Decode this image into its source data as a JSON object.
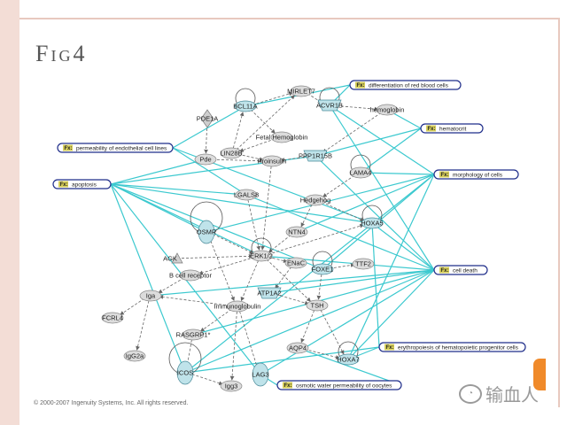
{
  "slide": {
    "title": "Fig4",
    "copyright": "© 2000-2007 Ingenuity Systems, Inc. All rights reserved.",
    "watermark": "输血人",
    "watermark_icon": "wechat-icon",
    "accent_color": "#f08a2a",
    "stripe_color": "#f3ddd6"
  },
  "colors": {
    "function_edge": "#3cc9cf",
    "molecule_edge": "#666666",
    "node_fill": "#dcdcdc",
    "node_highlight": "#bfe3ea",
    "fx_fill": "#d7cf5a",
    "fx_border": "#1f2d8a"
  },
  "functions": [
    {
      "id": "f1",
      "tag": "Fx",
      "label": "differentiation of red blood cells"
    },
    {
      "id": "f2",
      "tag": "Fx",
      "label": "hematocrit"
    },
    {
      "id": "f3",
      "tag": "Fx",
      "label": "permeability of endothelial cell lines"
    },
    {
      "id": "f4",
      "tag": "Fx",
      "label": "apoptosis"
    },
    {
      "id": "f5",
      "tag": "Fx",
      "label": "morphology of cells"
    },
    {
      "id": "f6",
      "tag": "Fx",
      "label": "cell death"
    },
    {
      "id": "f7",
      "tag": "Fx",
      "label": "erythropoiesis of hematopoietic progenitor cells"
    },
    {
      "id": "f8",
      "tag": "Fx",
      "label": "osmotic water permeability of oocytes"
    }
  ],
  "nodes": [
    {
      "id": "BCL11A",
      "label": "BCL11A",
      "shape": "ellipse",
      "highlight": true
    },
    {
      "id": "MIRLET7",
      "label": "MIRLET7",
      "shape": "ellipse",
      "highlight": false
    },
    {
      "id": "ACVR1B",
      "label": "ACVR1B",
      "shape": "trapezoid",
      "highlight": true
    },
    {
      "id": "hemoglobin",
      "label": "hemoglobin",
      "shape": "ellipse",
      "highlight": false
    },
    {
      "id": "PDE1A",
      "label": "PDE1A",
      "shape": "diamond",
      "highlight": false
    },
    {
      "id": "FetalHemoglobin",
      "label": "Fetal Hemoglobin",
      "shape": "ellipse",
      "highlight": false
    },
    {
      "id": "LIN28B",
      "label": "LIN28B",
      "shape": "ellipse",
      "highlight": false
    },
    {
      "id": "Pde",
      "label": "Pde",
      "shape": "ellipse",
      "highlight": false
    },
    {
      "id": "Proinsulin",
      "label": "Proinsulin",
      "shape": "ellipse",
      "highlight": false
    },
    {
      "id": "PPP1R15B",
      "label": "PPP1R15B",
      "shape": "trapezoid",
      "highlight": true
    },
    {
      "id": "LAMA4",
      "label": "LAMA4",
      "shape": "ellipse",
      "highlight": false
    },
    {
      "id": "LGALS8",
      "label": "LGALS8",
      "shape": "ellipse",
      "highlight": false
    },
    {
      "id": "Hedgehog",
      "label": "Hedgehog",
      "shape": "ellipse",
      "highlight": false
    },
    {
      "id": "OSMR",
      "label": "OSMR",
      "shape": "ellipse",
      "highlight": true
    },
    {
      "id": "NTN4",
      "label": "NTN4",
      "shape": "ellipse",
      "highlight": false
    },
    {
      "id": "HOXA5",
      "label": "HOXA5",
      "shape": "ellipse",
      "highlight": true
    },
    {
      "id": "AGK",
      "label": "AGK",
      "shape": "triangle",
      "highlight": false
    },
    {
      "id": "ERK12",
      "label": "ERK1/2",
      "shape": "ellipse",
      "highlight": false
    },
    {
      "id": "ENaC",
      "label": "ENaC",
      "shape": "ellipse",
      "highlight": false
    },
    {
      "id": "FOXE1",
      "label": "FOXE1",
      "shape": "ellipse",
      "highlight": true
    },
    {
      "id": "TTF2",
      "label": "TTF2",
      "shape": "ellipse",
      "highlight": false
    },
    {
      "id": "Bcellreceptor",
      "label": "B cell receptor",
      "shape": "ellipse",
      "highlight": false
    },
    {
      "id": "ATP1A2",
      "label": "ATP1A2",
      "shape": "trapezoid",
      "highlight": true
    },
    {
      "id": "Iga",
      "label": "Iga",
      "shape": "ellipse",
      "highlight": false
    },
    {
      "id": "Immunoglobulin",
      "label": "Immunoglobulin",
      "shape": "ellipse",
      "highlight": false
    },
    {
      "id": "TSH",
      "label": "TSH",
      "shape": "ellipse",
      "highlight": false
    },
    {
      "id": "FCRL4",
      "label": "FCRL4",
      "shape": "ellipse",
      "highlight": false
    },
    {
      "id": "RASGRP1",
      "label": "RASGRP1*",
      "shape": "ellipse",
      "highlight": false
    },
    {
      "id": "AQP4",
      "label": "AQP4",
      "shape": "ellipse",
      "highlight": false
    },
    {
      "id": "HOXA7",
      "label": "HOXA7",
      "shape": "ellipse",
      "highlight": true
    },
    {
      "id": "IgG2a",
      "label": "IgG2a",
      "shape": "ellipse",
      "highlight": false
    },
    {
      "id": "ICOS",
      "label": "ICOS",
      "shape": "ellipse",
      "highlight": true
    },
    {
      "id": "LAG3",
      "label": "LAG3",
      "shape": "ellipse",
      "highlight": true
    },
    {
      "id": "Igg3",
      "label": "Igg3",
      "shape": "ellipse",
      "highlight": false
    }
  ],
  "function_links": [
    [
      "BCL11A",
      "f1"
    ],
    [
      "ACVR1B",
      "f1"
    ],
    [
      "hemoglobin",
      "f2"
    ],
    [
      "PPP1R15B",
      "f2"
    ],
    [
      "LAMA4",
      "f2"
    ],
    [
      "LGALS8",
      "f3"
    ],
    [
      "HOXA5",
      "f3"
    ],
    [
      "BCL11A",
      "f3"
    ],
    [
      "ICOS",
      "f4"
    ],
    [
      "LAG3",
      "f4"
    ],
    [
      "OSMR",
      "f4"
    ],
    [
      "FOXE1",
      "f4"
    ],
    [
      "HOXA5",
      "f4"
    ],
    [
      "PPP1R15B",
      "f4"
    ],
    [
      "LGALS8",
      "f4"
    ],
    [
      "ERK12",
      "f4"
    ],
    [
      "Pde",
      "f4"
    ],
    [
      "HOXA7",
      "f5"
    ],
    [
      "LAMA4",
      "f5"
    ],
    [
      "FOXE1",
      "f5"
    ],
    [
      "OSMR",
      "f5"
    ],
    [
      "ICOS",
      "f5"
    ],
    [
      "ACVR1B",
      "f5"
    ],
    [
      "NTN4",
      "f5"
    ],
    [
      "LAG3",
      "f6"
    ],
    [
      "ICOS",
      "f6"
    ],
    [
      "HOXA5",
      "f6"
    ],
    [
      "HOXA7",
      "f6"
    ],
    [
      "ERK12",
      "f6"
    ],
    [
      "PPP1R15B",
      "f6"
    ],
    [
      "ATP1A2",
      "f6"
    ],
    [
      "RASGRP1",
      "f6"
    ],
    [
      "Iga",
      "f6"
    ],
    [
      "LGALS8",
      "f6"
    ],
    [
      "ACVR1B",
      "f6"
    ],
    [
      "HOXA7",
      "f7"
    ],
    [
      "HOXA5",
      "f7"
    ],
    [
      "ICOS",
      "f7"
    ],
    [
      "AQP4",
      "f8"
    ],
    [
      "LAG3",
      "f8"
    ]
  ],
  "molecule_links": [
    [
      "BCL11A",
      "MIRLET7"
    ],
    [
      "MIRLET7",
      "ACVR1B"
    ],
    [
      "LIN28B",
      "MIRLET7"
    ],
    [
      "LIN28B",
      "BCL11A"
    ],
    [
      "BCL11A",
      "FetalHemoglobin"
    ],
    [
      "ACVR1B",
      "hemoglobin"
    ],
    [
      "hemoglobin",
      "PPP1R15B"
    ],
    [
      "PDE1A",
      "Pde"
    ],
    [
      "Pde",
      "Proinsulin"
    ],
    [
      "LIN28B",
      "Proinsulin"
    ],
    [
      "FetalHemoglobin",
      "LIN28B"
    ],
    [
      "PPP1R15B",
      "Proinsulin"
    ],
    [
      "LAMA4",
      "Hedgehog"
    ],
    [
      "Proinsulin",
      "ERK12"
    ],
    [
      "LGALS8",
      "ERK12"
    ],
    [
      "Hedgehog",
      "NTN4"
    ],
    [
      "Hedgehog",
      "HOXA5"
    ],
    [
      "OSMR",
      "ERK12"
    ],
    [
      "NTN4",
      "ERK12"
    ],
    [
      "AGK",
      "ERK12"
    ],
    [
      "ERK12",
      "ENaC"
    ],
    [
      "ENaC",
      "ATP1A2"
    ],
    [
      "ERK12",
      "Bcellreceptor"
    ],
    [
      "ERK12",
      "Immunoglobulin"
    ],
    [
      "ERK12",
      "TSH"
    ],
    [
      "FOXE1",
      "TTF2"
    ],
    [
      "FOXE1",
      "TSH"
    ],
    [
      "ATP1A2",
      "TSH"
    ],
    [
      "Immunoglobulin",
      "Iga"
    ],
    [
      "Iga",
      "FCRL4"
    ],
    [
      "Immunoglobulin",
      "RASGRP1"
    ],
    [
      "RASGRP1",
      "ICOS"
    ],
    [
      "Iga",
      "IgG2a"
    ],
    [
      "Immunoglobulin",
      "LAG3"
    ],
    [
      "Immunoglobulin",
      "Igg3"
    ],
    [
      "ICOS",
      "Igg3"
    ],
    [
      "TSH",
      "AQP4"
    ],
    [
      "TSH",
      "HOXA7"
    ],
    [
      "AQP4",
      "HOXA7"
    ],
    [
      "Bcellreceptor",
      "Iga"
    ],
    [
      "OSMR",
      "Immunoglobulin"
    ],
    [
      "ERK12",
      "HOXA5"
    ]
  ]
}
